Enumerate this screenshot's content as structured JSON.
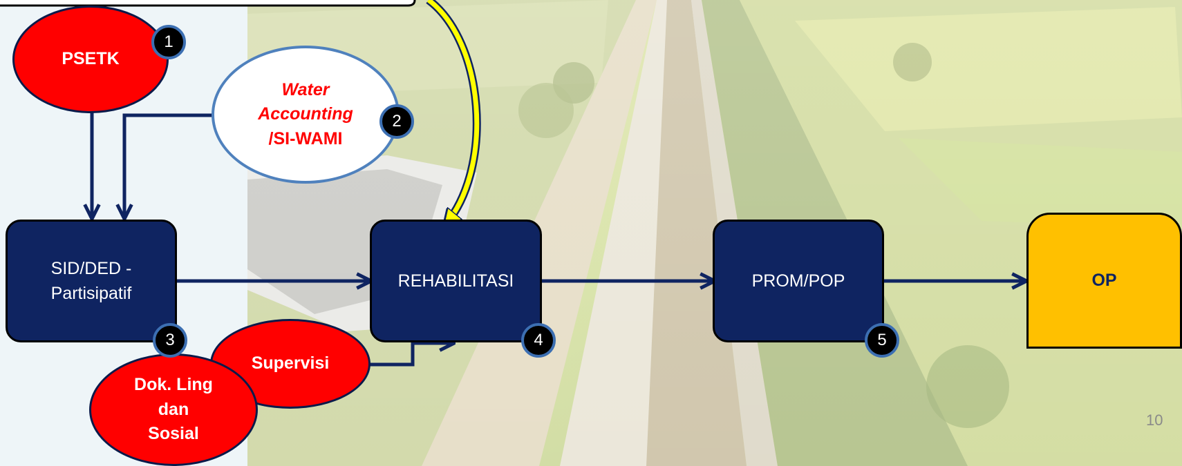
{
  "nodes": {
    "psetk": "PSETK",
    "water_accounting": "Water",
    "water_accounting_2": "Accounting",
    "water_accounting_3": "/SI-WAMI",
    "sid_ded": "SID/DED -",
    "sid_ded_2": "Partisipatif",
    "rehabilitasi": "REHABILITASI",
    "prom_pop": "PROM/POP",
    "op": "OP",
    "supervisi": "Supervisi",
    "dok_ling": "Dok. Ling",
    "dok_ling_2": "dan",
    "dok_ling_3": "Sosial"
  },
  "badges": [
    "1",
    "2",
    "3",
    "4",
    "5"
  ],
  "page_number": "10",
  "colors": {
    "box": "#0f2461",
    "red": "#ff0000",
    "op_box": "#ffc000",
    "arrow": "#0f2461",
    "highlight_arrow": "#ffff00",
    "badge_border": "#3c6fb2"
  }
}
